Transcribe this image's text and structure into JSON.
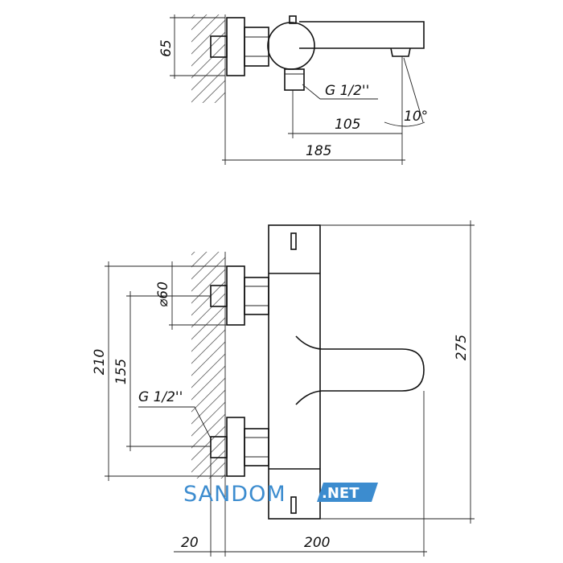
{
  "top_view": {
    "dim_height": "65",
    "dim_thread": "G 1/2''",
    "dim_spout_offset": "105",
    "dim_total_depth": "185",
    "dim_angle": "10°"
  },
  "front_view": {
    "dim_diameter": "⌀60",
    "dim_outer_height": "210",
    "dim_centers": "155",
    "dim_thread": "G 1/2''",
    "dim_total_height": "275",
    "dim_wall_offset": "20",
    "dim_width": "200"
  },
  "watermark": {
    "brand": "SANDOM",
    "suffix": ".NET",
    "color": "#3c8ccf"
  }
}
